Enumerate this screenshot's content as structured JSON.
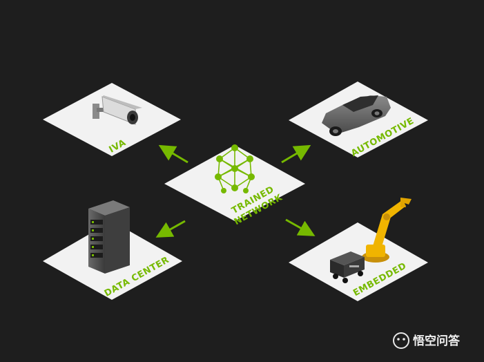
{
  "diagram": {
    "center": {
      "label_line1": "TRAINED",
      "label_line2": "NETWORK"
    },
    "tiles": {
      "iva": {
        "label": "IVA"
      },
      "automotive": {
        "label": "AUTOMOTIVE"
      },
      "data_center": {
        "label": "DATA CENTER"
      },
      "embedded": {
        "label": "EMBEDDED"
      }
    }
  },
  "watermark": {
    "text": "悟空问答"
  },
  "colors": {
    "background": "#1e1e1e",
    "tile": "#f2f2f2",
    "accent_green": "#76b900"
  },
  "icons": {
    "center": "neural-network-icon",
    "iva": "security-camera-icon",
    "automotive": "car-icon",
    "data_center": "server-rack-icon",
    "embedded": "robot-arm-icon"
  }
}
